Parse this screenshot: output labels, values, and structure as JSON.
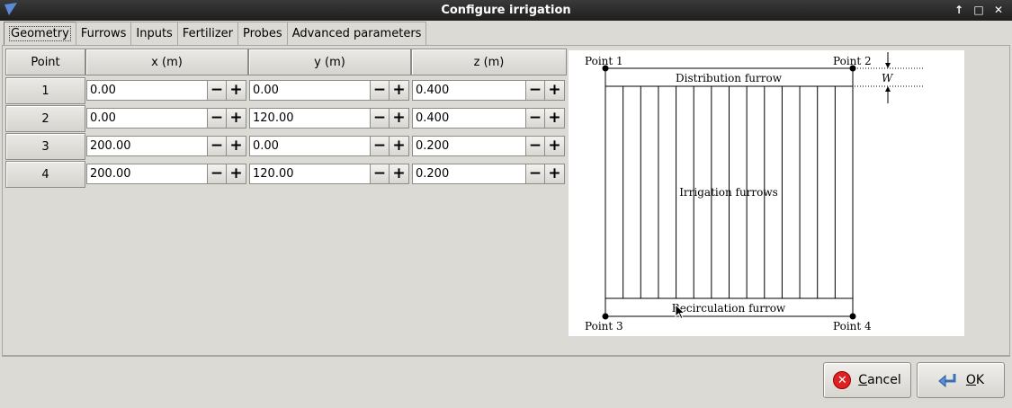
{
  "window": {
    "title": "Configure irrigation",
    "controls": [
      "↑",
      "□",
      "✕"
    ]
  },
  "tabs": [
    {
      "label": "Geometry",
      "active": true
    },
    {
      "label": "Furrows"
    },
    {
      "label": "Inputs"
    },
    {
      "label": "Fertilizer"
    },
    {
      "label": "Probes"
    },
    {
      "label": "Advanced parameters"
    }
  ],
  "table": {
    "headers": [
      "Point",
      "x (m)",
      "y (m)",
      "z (m)"
    ],
    "rows": [
      {
        "point": "1",
        "x": "0.00",
        "y": "0.00",
        "z": "0.400"
      },
      {
        "point": "2",
        "x": "0.00",
        "y": "120.00",
        "z": "0.400"
      },
      {
        "point": "3",
        "x": "200.00",
        "y": "0.00",
        "z": "0.200"
      },
      {
        "point": "4",
        "x": "200.00",
        "y": "120.00",
        "z": "0.200"
      }
    ],
    "minus": "−",
    "plus": "+"
  },
  "diagram": {
    "point1": "Point 1",
    "point2": "Point 2",
    "point3": "Point 3",
    "point4": "Point 4",
    "distribution": "Distribution furrow",
    "irrigation": "Irrigation furrows",
    "recirculation": "Recirculation furrow",
    "width_symbol": "W"
  },
  "buttons": {
    "cancel": "Cancel",
    "cancel_mnemonic": "C",
    "ok": "OK",
    "ok_mnemonic": "O"
  }
}
